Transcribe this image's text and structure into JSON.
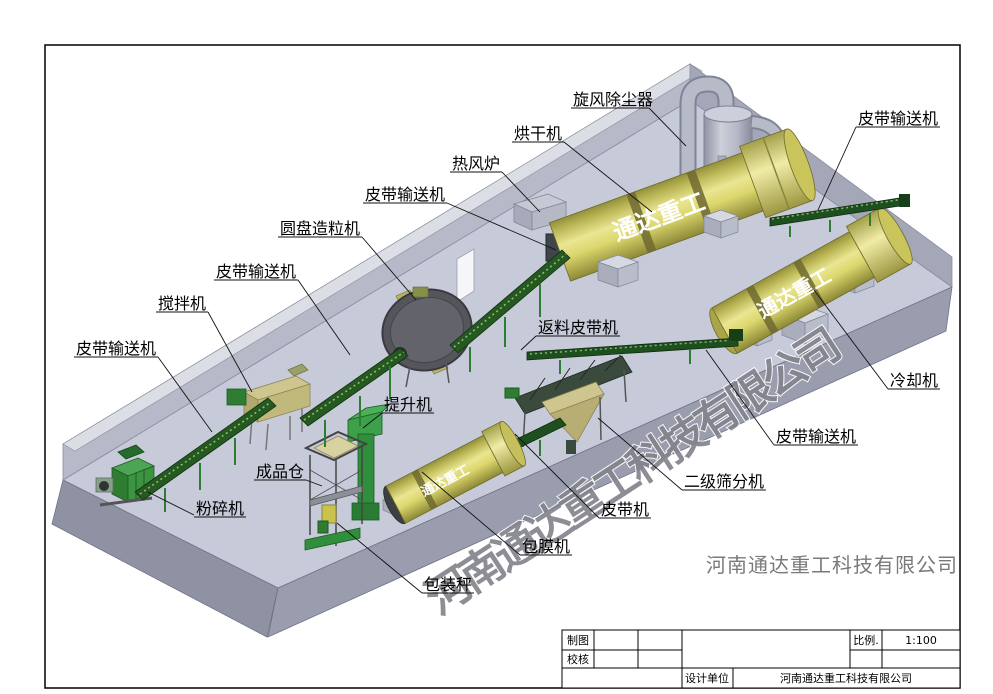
{
  "drawing": {
    "watermark_text": "河南通达重工科技有限公司",
    "footer_company": "河南通达重工科技有限公司",
    "drum_brand_text": "通达重工",
    "labels": [
      {
        "id": "cyclone-dust-collector",
        "text": "旋风除尘器"
      },
      {
        "id": "dryer",
        "text": "烘干机"
      },
      {
        "id": "hot-air-furnace",
        "text": "热风炉"
      },
      {
        "id": "belt-conveyor-to-dryer",
        "text": "皮带输送机"
      },
      {
        "id": "disc-granulator",
        "text": "圆盘造粒机"
      },
      {
        "id": "belt-conveyor-to-granulator",
        "text": "皮带输送机"
      },
      {
        "id": "mixer",
        "text": "搅拌机"
      },
      {
        "id": "belt-conveyor-left",
        "text": "皮带输送机"
      },
      {
        "id": "crusher",
        "text": "粉碎机"
      },
      {
        "id": "finished-product-bin",
        "text": "成品仓"
      },
      {
        "id": "bucket-elevator",
        "text": "提升机"
      },
      {
        "id": "packing-scale",
        "text": "包装秤"
      },
      {
        "id": "coating-machine",
        "text": "包膜机"
      },
      {
        "id": "belt-machine",
        "text": "皮带机"
      },
      {
        "id": "return-belt-conveyor",
        "text": "返料皮带机"
      },
      {
        "id": "secondary-screener",
        "text": "二级筛分机"
      },
      {
        "id": "belt-conveyor-right",
        "text": "皮带输送机"
      },
      {
        "id": "cooler",
        "text": "冷却机"
      },
      {
        "id": "belt-conveyor-top-right",
        "text": "皮带输送机"
      }
    ],
    "title_block": {
      "row1_label": "制图",
      "row2_label": "校核",
      "scale_label": "比例.",
      "scale_value": "1:100",
      "design_unit_label": "设计单位",
      "design_unit_value": "河南通达重工科技有限公司"
    },
    "colors": {
      "platform_top": "#c7cad9",
      "platform_side_right": "#999dad",
      "platform_side_left": "#8e92a3",
      "wall": "#b6b9c7",
      "drum_yellow": "#d8d35f",
      "conveyor_green": "#1d4f1f",
      "machine_green": "#2f8f3c",
      "watermark_gray": "#84848e"
    }
  }
}
